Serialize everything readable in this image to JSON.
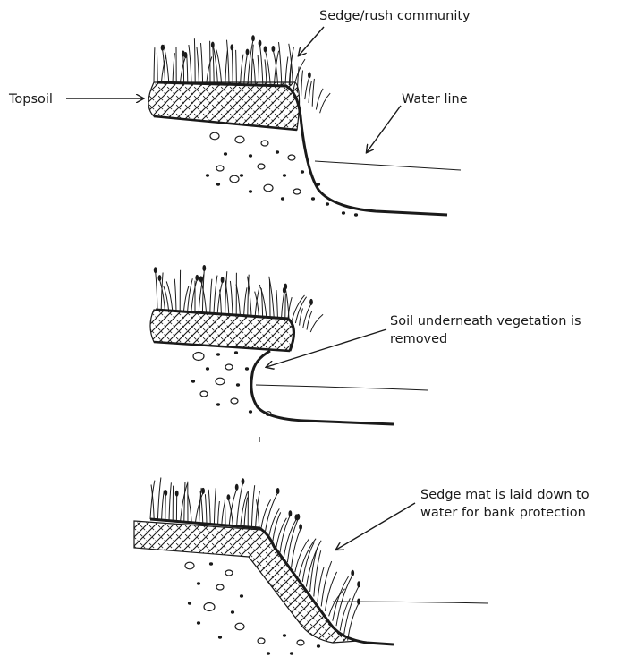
{
  "labels": {
    "sedge_community": "Sedge/rush community",
    "topsoil": "Topsoil",
    "water_line": "Water line",
    "soil_removed": [
      "Soil underneath vegetation is",
      "removed"
    ],
    "sedge_mat": [
      "Sedge mat is laid down to",
      "water for bank protection"
    ]
  },
  "colors": {
    "ink": "#1a1a1a",
    "background": "#ffffff"
  }
}
